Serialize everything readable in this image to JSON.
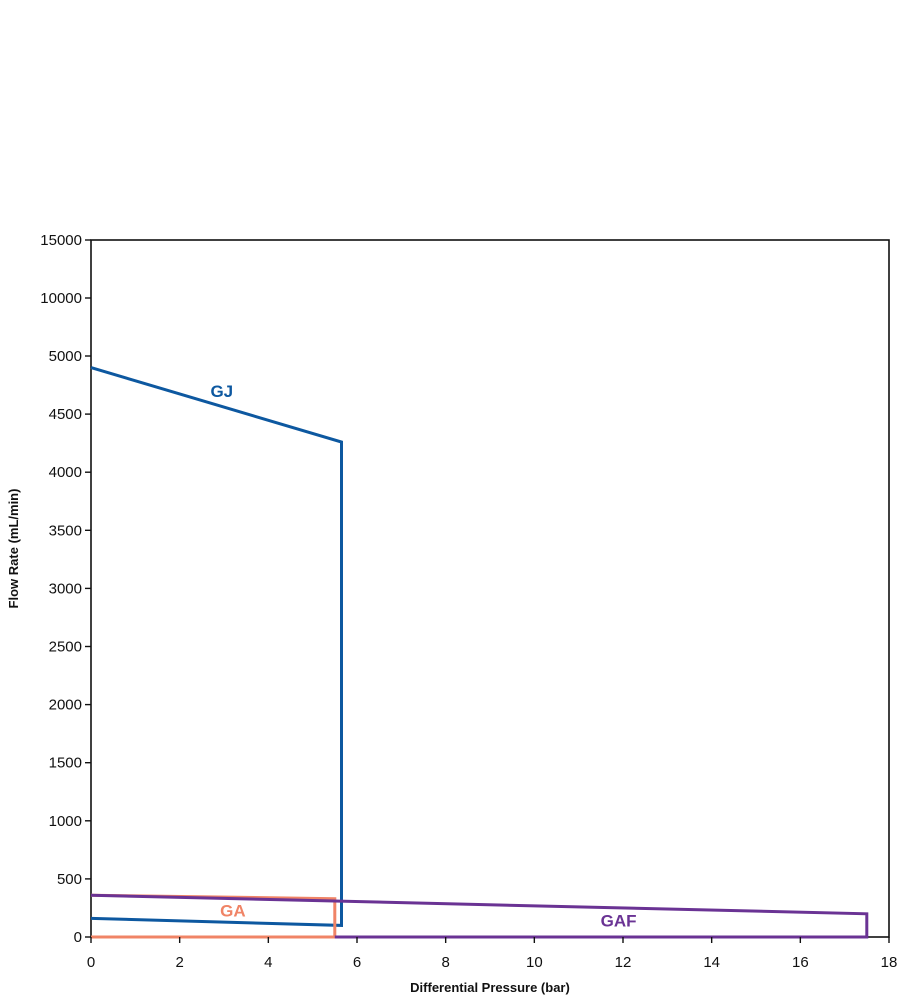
{
  "chart_data": {
    "type": "line",
    "title": "",
    "xlabel": "Differential Pressure (bar)",
    "ylabel": "Flow Rate (mL/min)",
    "xlim": [
      0,
      18
    ],
    "x_ticks": [
      0,
      2,
      4,
      6,
      8,
      10,
      12,
      14,
      16,
      18
    ],
    "y_ticks": [
      0,
      500,
      1000,
      1500,
      2000,
      2500,
      3000,
      3500,
      4000,
      4500,
      5000,
      10000,
      15000
    ],
    "y_scale": "piecewise: linear 0-5000, compressed 5000-15000",
    "grid": false,
    "legend": "none",
    "series": [
      {
        "name": "GJ",
        "color": "#0d58a0",
        "points": [
          [
            0,
            4900
          ],
          [
            5.65,
            4260
          ],
          [
            5.65,
            100
          ],
          [
            0,
            160
          ]
        ]
      },
      {
        "name": "GA",
        "color": "#f08466",
        "points": [
          [
            0,
            360
          ],
          [
            5.5,
            330
          ],
          [
            5.5,
            0
          ],
          [
            0,
            0
          ]
        ]
      },
      {
        "name": "GAF",
        "color": "#6a3394",
        "points": [
          [
            0,
            360
          ],
          [
            17.5,
            200
          ],
          [
            17.5,
            0
          ],
          [
            5.5,
            0
          ]
        ]
      }
    ],
    "annotations": [
      {
        "text": "GJ",
        "x": 2.95,
        "y": 4700,
        "color": "#0d58a0"
      },
      {
        "text": "GA",
        "x": 3.2,
        "y": 230,
        "color": "#f08466"
      },
      {
        "text": "GAF",
        "x": 11.9,
        "y": 140,
        "color": "#6a3394"
      }
    ]
  }
}
